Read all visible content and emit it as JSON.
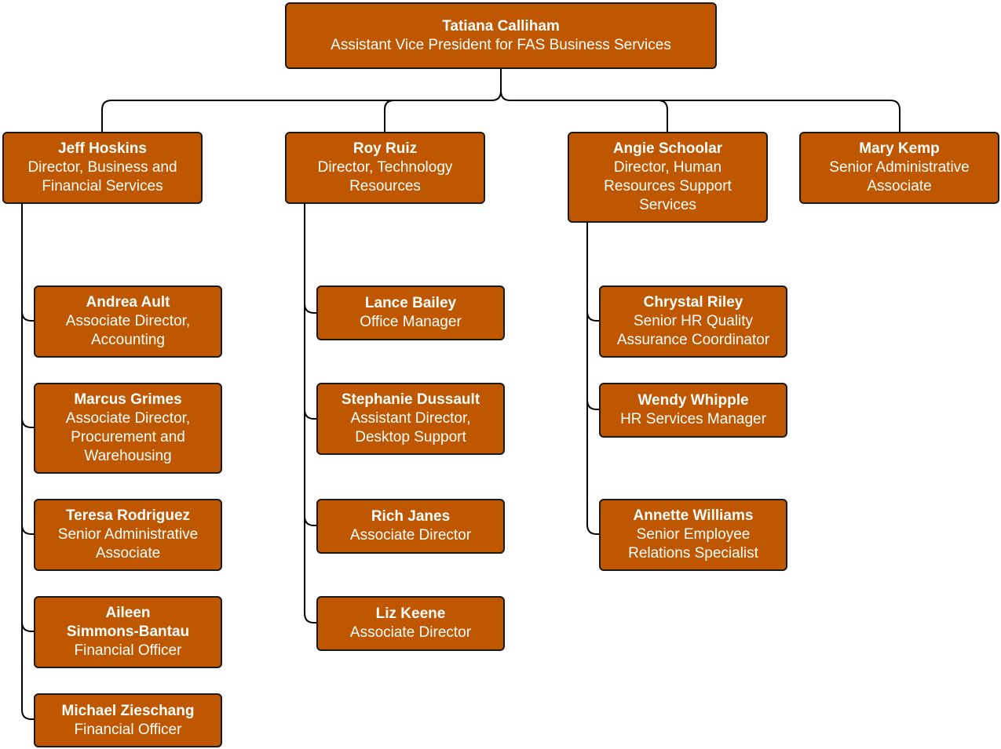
{
  "colors": {
    "box_fill": "#bf5700",
    "box_border": "#1a1a1a",
    "line": "#000000",
    "text": "#ffffff"
  },
  "root": {
    "name": "Tatiana Calliham",
    "title": "Assistant Vice President for FAS Business Services"
  },
  "directors": [
    {
      "name": "Jeff Hoskins",
      "title": "Director, Business and\nFinancial Services",
      "reports": [
        {
          "name": "Andrea Ault",
          "title": "Associate Director,\nAccounting"
        },
        {
          "name": "Marcus Grimes",
          "title": "Associate Director,\nProcurement and\nWarehousing"
        },
        {
          "name": "Teresa Rodriguez",
          "title": "Senior Administrative\nAssociate"
        },
        {
          "name": "Aileen\nSimmons-Bantau",
          "title": "Financial Officer"
        },
        {
          "name": "Michael Zieschang",
          "title": "Financial Officer"
        }
      ]
    },
    {
      "name": "Roy Ruiz",
      "title": "Director, Technology\nResources",
      "reports": [
        {
          "name": "Lance Bailey",
          "title": "Office Manager"
        },
        {
          "name": "Stephanie Dussault",
          "title": "Assistant Director,\nDesktop Support"
        },
        {
          "name": "Rich Janes",
          "title": "Associate Director"
        },
        {
          "name": "Liz Keene",
          "title": "Associate Director"
        }
      ]
    },
    {
      "name": "Angie Schoolar",
      "title": "Director, Human\nResources Support\nServices",
      "reports": [
        {
          "name": "Chrystal Riley",
          "title": "Senior HR Quality\nAssurance Coordinator"
        },
        {
          "name": "Wendy Whipple",
          "title": "HR Services Manager"
        },
        {
          "name": "Annette Williams",
          "title": "Senior Employee\nRelations Specialist"
        }
      ]
    },
    {
      "name": "Mary Kemp",
      "title": "Senior Administrative\nAssociate",
      "reports": []
    }
  ]
}
